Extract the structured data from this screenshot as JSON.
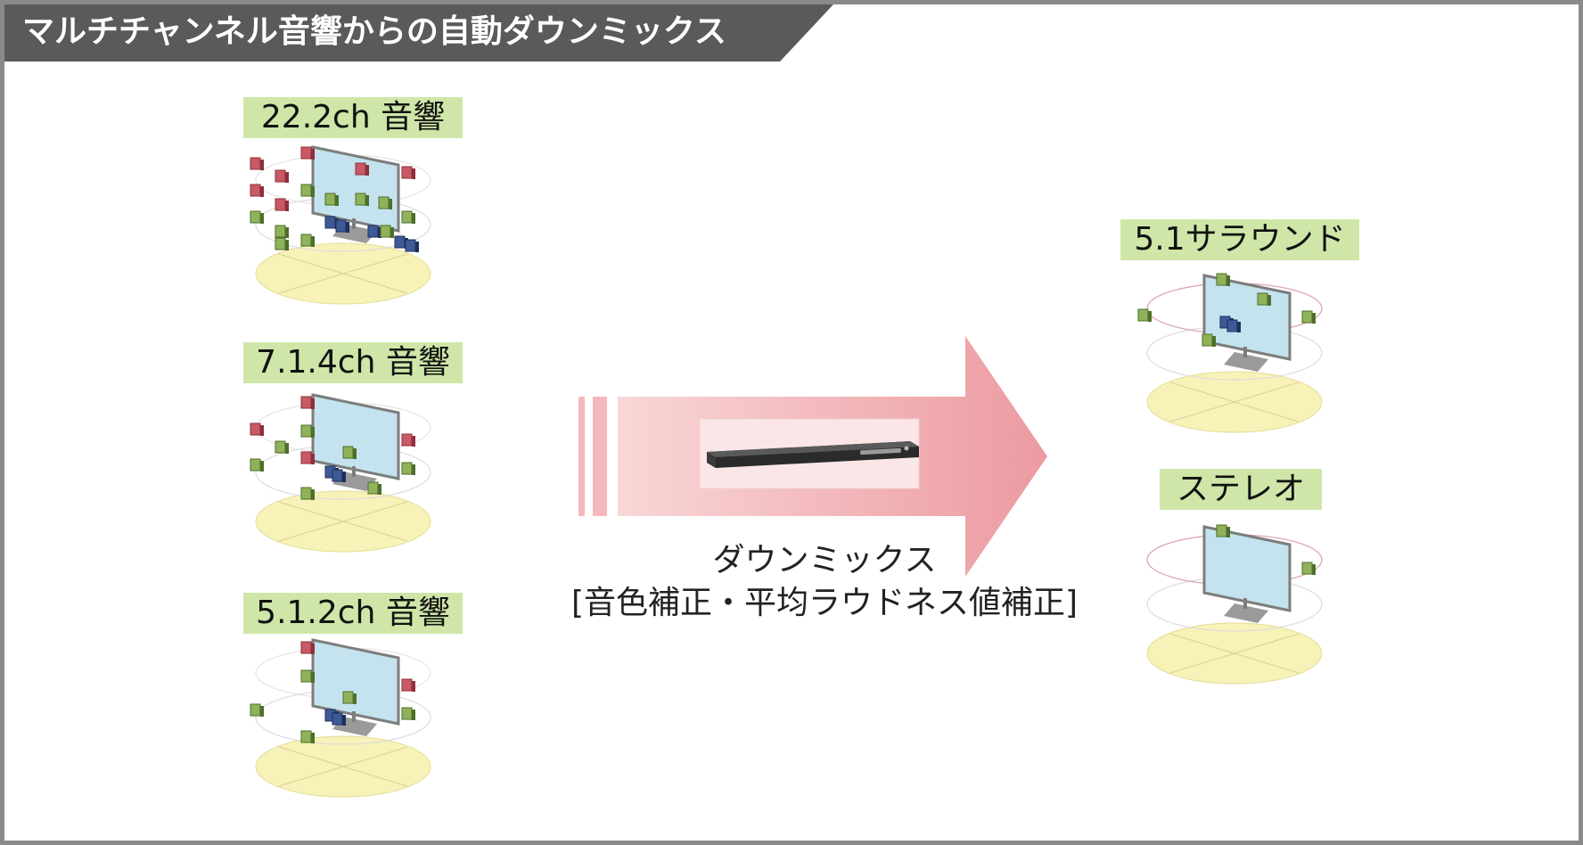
{
  "title": "マルチチャンネル音響からの自動ダウンミックス",
  "inputs": [
    {
      "label": "22.2ch 音響"
    },
    {
      "label": "7.1.4ch 音響"
    },
    {
      "label": "5.1.2ch 音響"
    }
  ],
  "outputs": [
    {
      "label": "5.1サラウンド"
    },
    {
      "label": "ステレオ"
    }
  ],
  "process": {
    "line1": "ダウンミックス",
    "line2": "[音色補正・平均ラウドネス値補正]"
  },
  "colors": {
    "title_bg": "#5a5a5a",
    "label_bg": "#cfe6a8",
    "speaker_top": "#c75a64",
    "speaker_mid": "#8fb25a",
    "speaker_low": "#3e5a96",
    "floor": "#f7f2b8",
    "ring_top": "#d9a0a8",
    "screen": "#c4e3ef",
    "arrow_start": "#f9d7d7",
    "arrow_end": "#ec9aa0"
  }
}
